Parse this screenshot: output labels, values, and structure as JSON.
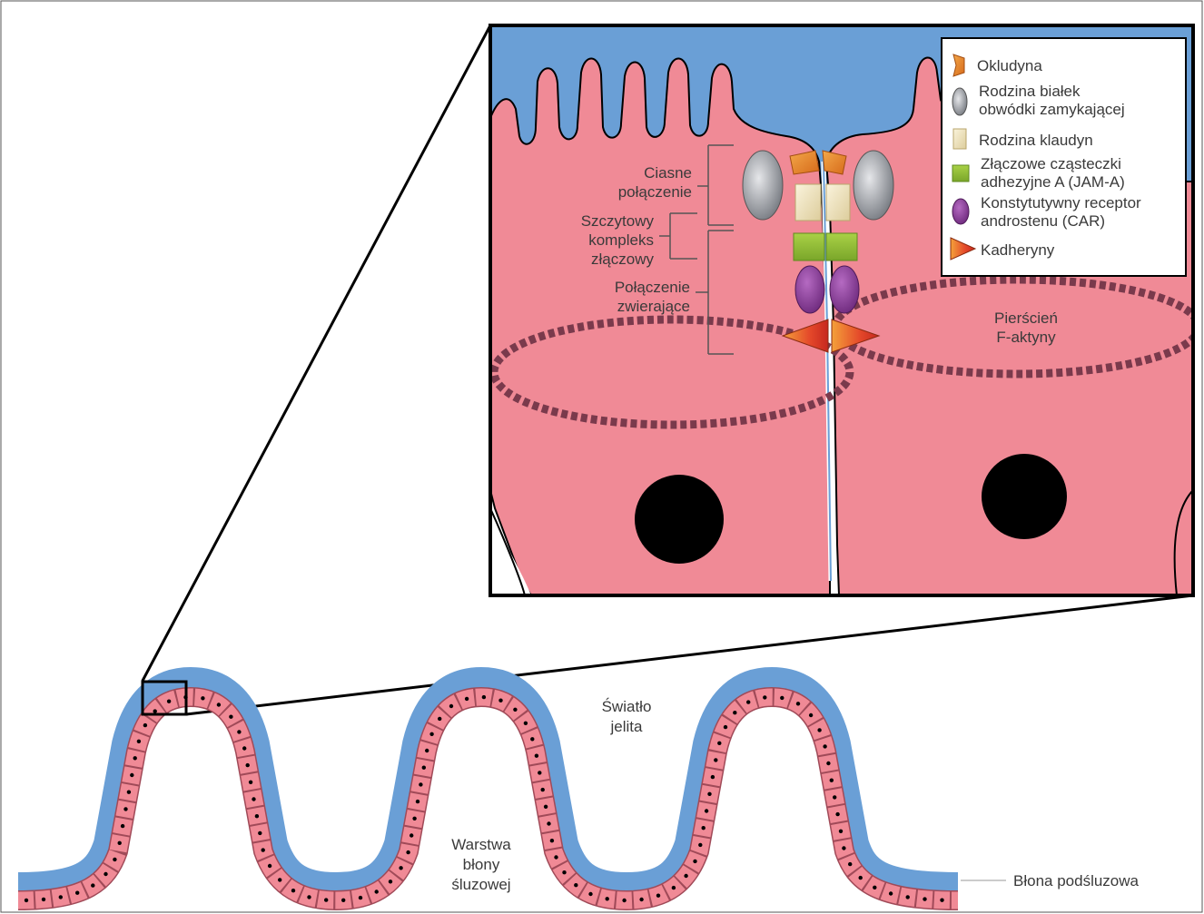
{
  "legend": {
    "occludin": "Okludyna",
    "zo_line1": "Rodzina białek",
    "zo_line2": "obwódki zamykającej",
    "claudin": "Rodzina klaudyn",
    "jam_line1": "Złączowe cząsteczki",
    "jam_line2": "adhezyjne A (JAM-A)",
    "car_line1": "Konstytutywny receptor",
    "car_line2": "androstenu (CAR)",
    "cadherin": "Kadheryny"
  },
  "labels": {
    "tight_line1": "Ciasne",
    "tight_line2": "połączenie",
    "apical_line1": "Szczytowy",
    "apical_line2": "kompleks",
    "apical_line3": "złączowy",
    "adherens_line1": "Połączenie",
    "adherens_line2": "zwierające",
    "ring_line1": "Pierścień",
    "ring_line2": "F-aktyny",
    "lumen_line1": "Światło",
    "lumen_line2": "jelita",
    "mucosa_line1": "Warstwa",
    "mucosa_line2": "błony",
    "mucosa_line3": "śluzowej",
    "submucosa": "Błona podśluzowa"
  },
  "colors": {
    "cell": "#f08a96",
    "mucus": "#6a9fd6",
    "occludin": "#e8862a",
    "zo": "#9a9ea6",
    "claudin": "#efe3bd",
    "jam": "#93bf37",
    "car": "#8b3f9b",
    "cadherin": "#e8502a",
    "actin": "#7a3a4c",
    "nucleus": "#000000"
  }
}
